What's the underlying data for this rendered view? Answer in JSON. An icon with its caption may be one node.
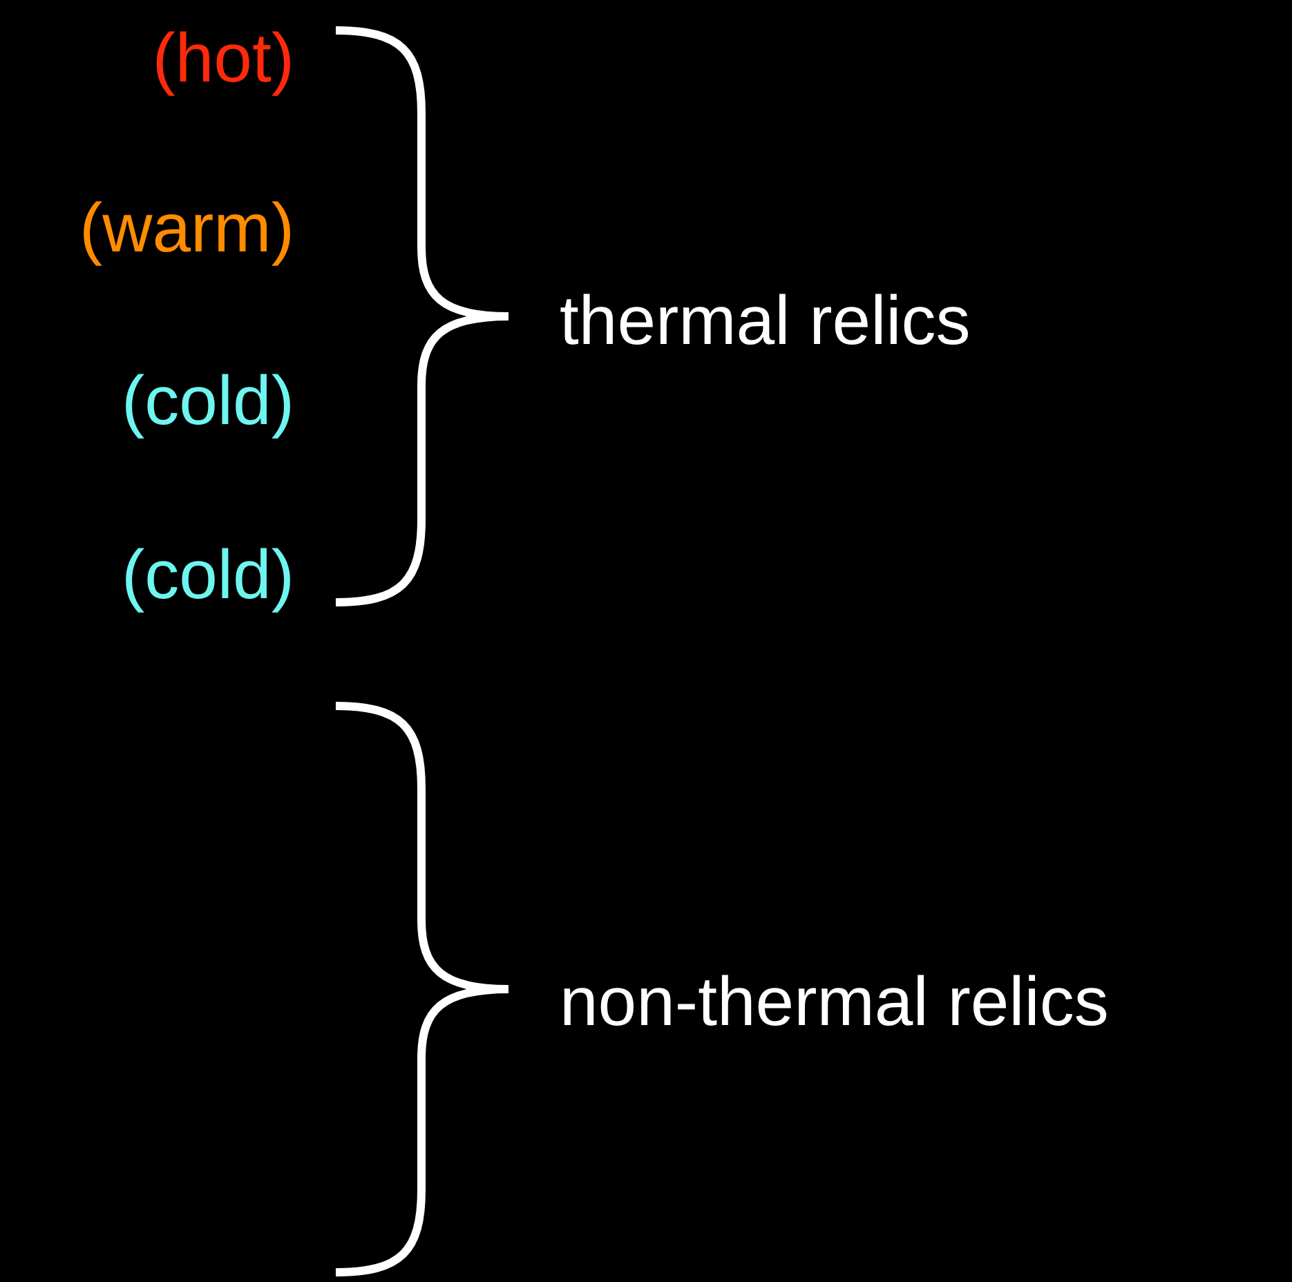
{
  "diagram": {
    "labels": [
      "(hot)",
      "(warm)",
      "(cold)",
      "(cold)",
      "thermal relics",
      "non-thermal relics"
    ]
  }
}
